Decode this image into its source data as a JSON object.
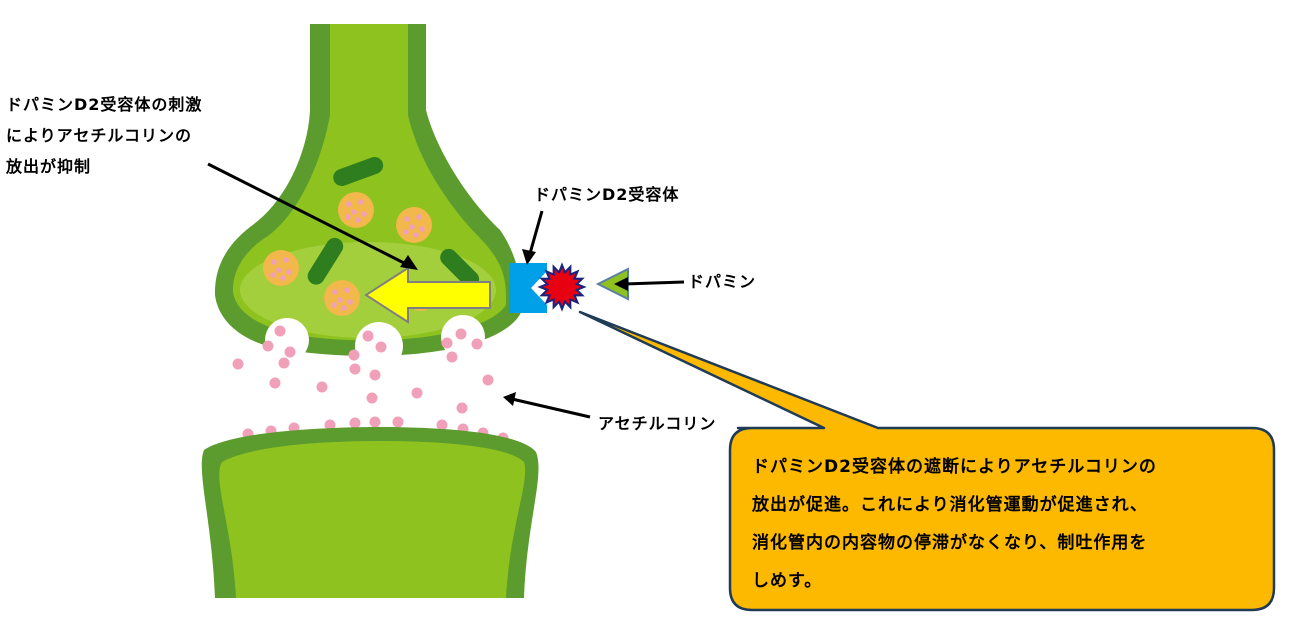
{
  "labels": {
    "inhibit": [
      "ドパミンD2受容体の刺激",
      "によりアセチルコリンの",
      "放出が抑制"
    ],
    "receptor": "ドパミンD2受容体",
    "dopamine": "ドパミン",
    "acetylcholine": "アセチルコリン"
  },
  "callout": {
    "lines": [
      "ドパミンD2受容体の遮断によりアセチルコリンの",
      "放出が促進。これにより消化管運動が促進され、",
      "消化管内の内容物の停滞がなくなり、制吐作用を",
      "しめす。"
    ]
  },
  "colors": {
    "neuron": "#8dc21f",
    "neuron_dark": "#5c9b2e",
    "neuron_light": "#a6d03f",
    "vesicle": "#f2b84b",
    "acetylcholine": "#f0a0b8",
    "receptor": "#00a0e9",
    "dopamine_antagonist": "#e60012",
    "dopamine": "#8dc21f",
    "arrow": "#ffff00",
    "callout": "#fcb900"
  }
}
